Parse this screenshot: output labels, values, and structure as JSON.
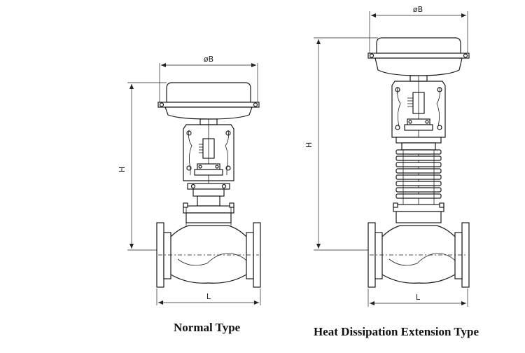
{
  "figures": [
    {
      "caption": "Normal Type",
      "labels": {
        "diameter": "øB",
        "height": "H",
        "length": "L"
      }
    },
    {
      "caption": "Heat Dissipation Extension Type",
      "labels": {
        "diameter": "øB",
        "height": "H",
        "length": "L"
      }
    }
  ],
  "colors": {
    "line": "#1a1a1a",
    "background": "#ffffff"
  }
}
